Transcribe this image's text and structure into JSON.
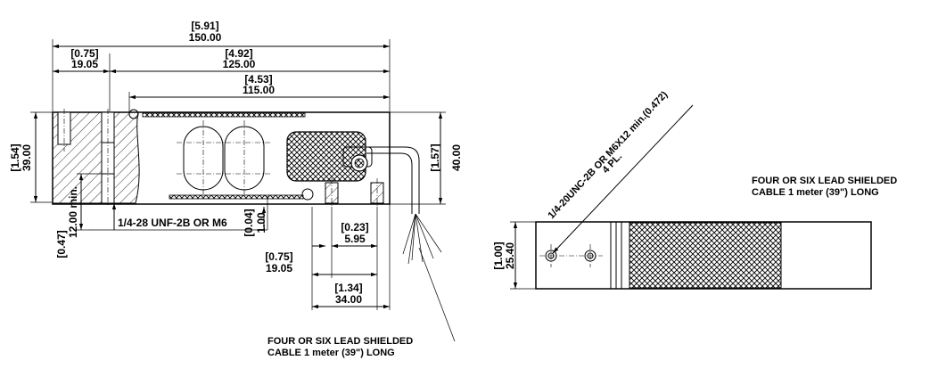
{
  "side_view": {
    "overall_length_in": "[5.91]",
    "overall_length_mm": "150.00",
    "mount_width_in": "[0.75]",
    "mount_width_mm": "19.05",
    "length_125_in": "[4.92]",
    "length_125_mm": "125.00",
    "length_115_in": "[4.53]",
    "length_115_mm": "115.00",
    "height_left_in": "[1.54]",
    "height_left_mm": "39.00",
    "height_right_in": "[1.57]",
    "height_right_mm": "40.00",
    "thread_depth_in": "[0.47]",
    "thread_depth_mm": "12.00 min.",
    "thread_callout": "1/4-28 UNF-2B OR M6",
    "gap_in": "[0.04]",
    "gap_mm": "1.00",
    "offset_in": "[0.23]",
    "offset_mm": "5.95",
    "dist_19_in": "[0.75]",
    "dist_19_mm": "19.05",
    "dist_34_in": "[1.34]",
    "dist_34_mm": "34.00",
    "cable_note_line1": "FOUR OR SIX LEAD SHIELDED",
    "cable_note_line2": "CABLE 1 meter (39\") LONG"
  },
  "top_view": {
    "width_in": "[1.00]",
    "width_mm": "25.40",
    "hole_callout_line1": "1/4-20UNC-2B OR M6X12 min.(0.472)",
    "hole_callout_line2": "4 PL.",
    "cable_note_line1": "FOUR OR SIX LEAD SHIELDED",
    "cable_note_line2": "CABLE 1 meter (39\") LONG"
  }
}
